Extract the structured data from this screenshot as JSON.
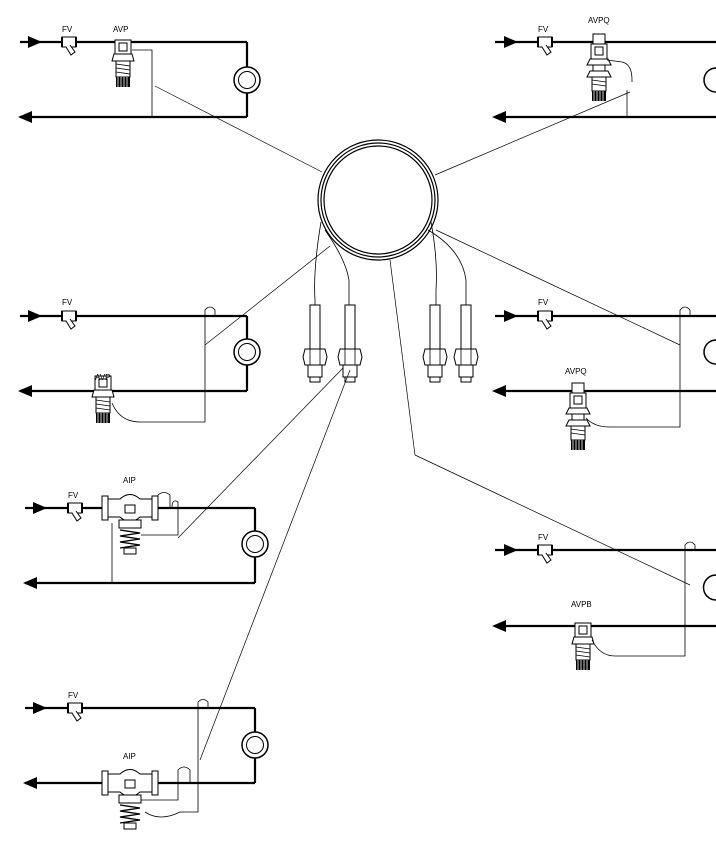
{
  "labels": {
    "fv": "FV",
    "avp": "AVP",
    "avpq": "AVPQ",
    "avpb": "AVPB",
    "aip": "AIP"
  }
}
